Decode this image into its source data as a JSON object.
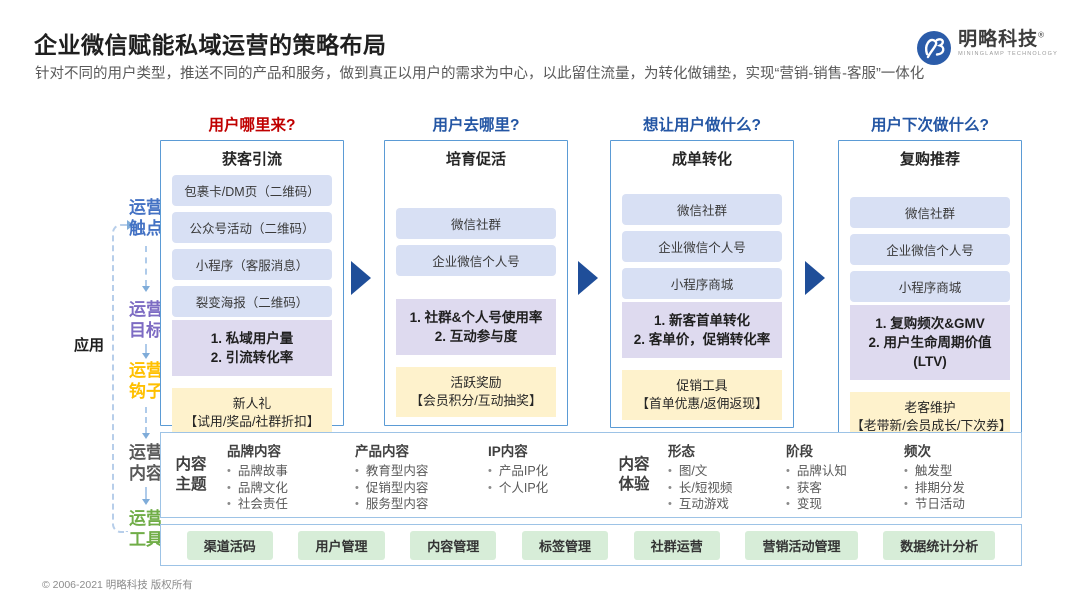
{
  "header": {
    "title": "企业微信赋能私域运营的策略布局",
    "subtitle": "针对不同的用户类型，推送不同的产品和服务，做到真正以用户的需求为中心，以此留住流量，为转化做铺垫，实现“营销-销售-客服”一体化",
    "logo": {
      "name": "明略科技",
      "reg": "®",
      "sub": "MININGLAMP TECHNOLOGY"
    }
  },
  "questions": [
    {
      "text": "用户哪里来?",
      "color": "#C00000"
    },
    {
      "text": "用户去哪里?",
      "color": "#2456A4"
    },
    {
      "text": "想让用户做什么?",
      "color": "#2456A4"
    },
    {
      "text": "用户下次做什么?",
      "color": "#2456A4"
    }
  ],
  "left_rail": {
    "apply_label": "应用",
    "labels": [
      {
        "line1": "运营",
        "line2": "触点",
        "color": "#4472C4"
      },
      {
        "line1": "运营",
        "line2": "目标",
        "color": "#7D6BC3"
      },
      {
        "line1": "运营",
        "line2": "钩子",
        "color": "#FFC000"
      },
      {
        "line1": "运营",
        "line2": "内容",
        "color": "#595959"
      },
      {
        "line1": "运营",
        "line2": "工具",
        "color": "#70AD47"
      }
    ]
  },
  "columns": [
    {
      "title": "获客引流",
      "touchpoints": [
        "包裹卡/DM页（二维码）",
        "公众号活动（二维码）",
        "小程序（客服消息）",
        "裂变海报（二维码）"
      ],
      "goals": [
        "1. 私域用户量",
        "2. 引流转化率"
      ],
      "hook": [
        "新人礼",
        "【试用/奖品/社群折扣】"
      ]
    },
    {
      "title": "培育促活",
      "touchpoints": [
        "微信社群",
        "企业微信个人号"
      ],
      "goals": [
        "1. 社群&个人号使用率",
        "2. 互动参与度"
      ],
      "hook": [
        "活跃奖励",
        "【会员积分/互动抽奖】"
      ]
    },
    {
      "title": "成单转化",
      "touchpoints": [
        "微信社群",
        "企业微信个人号",
        "小程序商城"
      ],
      "goals": [
        "1. 新客首单转化",
        "2. 客单价，促销转化率"
      ],
      "hook": [
        "促销工具",
        "【首单优惠/返佣返现】"
      ]
    },
    {
      "title": "复购推荐",
      "touchpoints": [
        "微信社群",
        "企业微信个人号",
        "小程序商城"
      ],
      "goals": [
        "1. 复购频次&GMV",
        "2. 用户生命周期价值",
        "(LTV)"
      ],
      "hook": [
        "老客维护",
        "【老带新/会员成长/下次券】"
      ]
    }
  ],
  "content_section": {
    "theme_label": {
      "line1": "内容",
      "line2": "主题"
    },
    "theme_groups": [
      {
        "heading": "品牌内容",
        "items": [
          "品牌故事",
          "品牌文化",
          "社会责任"
        ]
      },
      {
        "heading": "产品内容",
        "items": [
          "教育型内容",
          "促销型内容",
          "服务型内容"
        ]
      },
      {
        "heading": "IP内容",
        "items": [
          "产品IP化",
          "个人IP化"
        ]
      }
    ],
    "experience_label": {
      "line1": "内容",
      "line2": "体验"
    },
    "experience_groups": [
      {
        "heading": "形态",
        "items": [
          "图/文",
          "长/短视频",
          "互动游戏"
        ]
      },
      {
        "heading": "阶段",
        "items": [
          "品牌认知",
          "获客",
          "变现"
        ]
      },
      {
        "heading": "频次",
        "items": [
          "触发型",
          "排期分发",
          "节日活动"
        ]
      }
    ]
  },
  "tools": [
    "渠道活码",
    "用户管理",
    "内容管理",
    "标签管理",
    "社群运营",
    "营销活动管理",
    "数据统计分析"
  ],
  "footer": "© 2006-2021 明略科技 版权所有",
  "colors": {
    "question_red": "#C00000",
    "question_blue": "#2456A4",
    "rail_touchpoint": "#4472C4",
    "rail_goal": "#7D6BC3",
    "rail_hook": "#FFC000",
    "rail_content": "#595959",
    "rail_tools": "#70AD47",
    "chip_bg": "#D8E0F4",
    "goal_bg": "#DEDAEF",
    "hook_bg": "#FEF2CC",
    "tool_bg": "#D7EDD8",
    "column_border": "#5B9BD5",
    "box_border": "#9DC3E6",
    "flow_arrow": "#1F4E99",
    "logo_blue": "#2B5CA9"
  }
}
